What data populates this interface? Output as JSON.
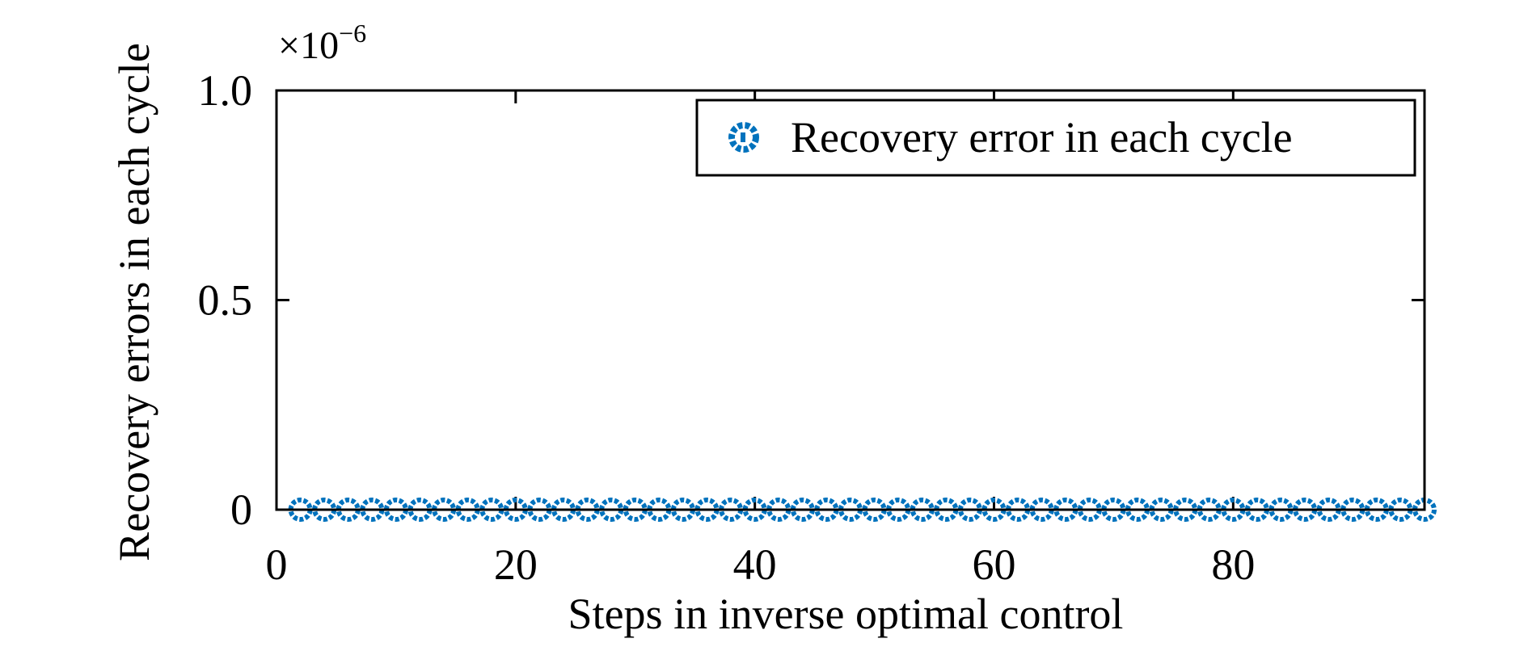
{
  "chart_data": {
    "type": "scatter",
    "xlabel": "Steps in inverse optimal control",
    "ylabel": "Recovery errors in each cycle",
    "y_scale_label_base": "×10",
    "y_scale_label_exp": "−6",
    "xlim": [
      0,
      96
    ],
    "ylim": [
      0,
      1.0
    ],
    "x_ticks": [
      0,
      20,
      40,
      60,
      80
    ],
    "x_tick_labels": [
      "0",
      "20",
      "40",
      "60",
      "80"
    ],
    "y_ticks": [
      0,
      0.5,
      1.0
    ],
    "y_tick_labels": [
      "0",
      "0.5",
      "1.0"
    ],
    "grid": false,
    "legend": {
      "placement": "top-right",
      "entries": [
        "Recovery error in each cycle"
      ]
    },
    "series": [
      {
        "name": "Recovery error in each cycle",
        "color": "#0072BD",
        "marker": "circle",
        "x": [
          2,
          4,
          6,
          8,
          10,
          12,
          14,
          16,
          18,
          20,
          22,
          24,
          26,
          28,
          30,
          32,
          34,
          36,
          38,
          40,
          42,
          44,
          46,
          48,
          50,
          52,
          54,
          56,
          58,
          60,
          62,
          64,
          66,
          68,
          70,
          72,
          74,
          76,
          78,
          80,
          82,
          84,
          86,
          88,
          90,
          92,
          94,
          96
        ],
        "y": [
          0,
          0,
          0,
          0,
          0,
          0,
          0,
          0,
          0,
          0,
          0,
          0,
          0,
          0,
          0,
          0,
          0,
          0,
          0,
          0,
          0,
          0,
          0,
          0,
          0,
          0,
          0,
          0,
          0,
          0,
          0,
          0,
          0,
          0,
          0,
          0,
          0,
          0,
          0,
          0,
          0,
          0,
          0,
          0,
          0,
          0,
          0,
          0
        ]
      }
    ]
  }
}
